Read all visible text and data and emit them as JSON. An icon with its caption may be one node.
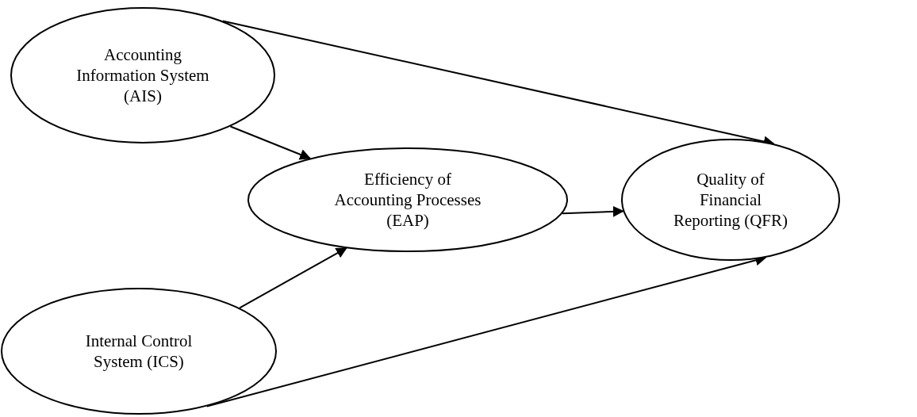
{
  "diagram": {
    "nodes": [
      {
        "text": [
          "Accounting Information System (AIS)"
        ]
      },
      {
        "text": [
          "Efficiency of Accounting Processes (EAP)"
        ]
      },
      {
        "text": [
          "Quality of Financial Reporting (QFR)"
        ]
      },
      {
        "text": [
          "Internal Control System (ICS)"
        ]
      }
    ],
    "edges": [
      {
        "from": 0,
        "to": 2,
        "arrow": "to"
      },
      {
        "from": 0,
        "to": 1,
        "arrow": "to"
      },
      {
        "from": 1,
        "to": 2,
        "arrow": "to"
      },
      {
        "from": 3,
        "to": 1,
        "arrow": "to"
      },
      {
        "from": 3,
        "to": 2,
        "arrow": "to"
      }
    ]
  }
}
